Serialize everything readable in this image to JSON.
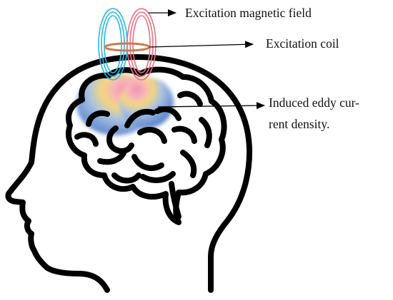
{
  "labels": {
    "magnetic_field": "Excitation magnetic field",
    "coil": "Excitation coil",
    "eddy_line1": "Induced eddy cur-",
    "eddy_line2": "rent density."
  },
  "colors": {
    "left_field_loops": "#29b7e6",
    "right_field_loops": "#ec6f84",
    "coil": "#c77b4e",
    "eddy_blue": "#5e86cc",
    "eddy_hot": "#f48cb4",
    "eddy_warm": "#f7d95a",
    "outline": "#000000"
  },
  "icons": {
    "head": "human-head-profile-icon",
    "brain": "brain-icon",
    "coil": "coil-ring-icon"
  }
}
